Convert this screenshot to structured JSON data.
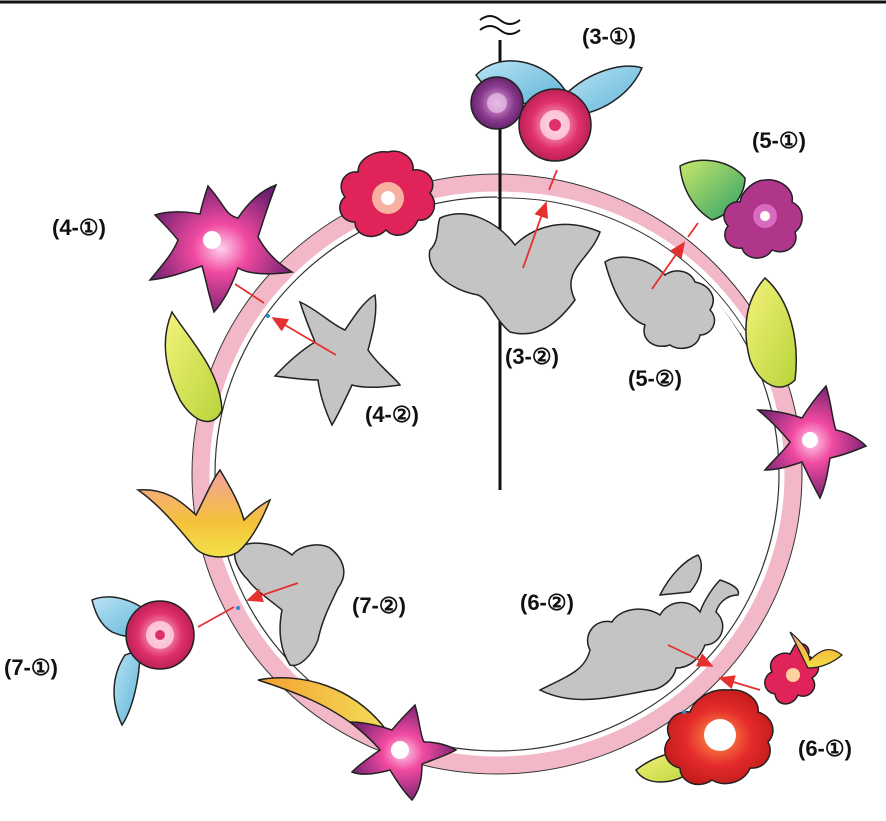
{
  "labels": {
    "l31": "(3-①)",
    "l32": "(3-②)",
    "l41": "(4-①)",
    "l42": "(4-②)",
    "l51": "(5-①)",
    "l52": "(5-②)",
    "l61": "(6-①)",
    "l62": "(6-②)",
    "l71": "(7-①)",
    "l72": "(7-②)"
  },
  "colors": {
    "ring_pink": "#f2b8c8",
    "shape_gray": "#c4c4c4",
    "arrow_red": "#e53030",
    "leaf_blue": "#8fcde6",
    "leaf_green": "#7cc67a",
    "leaf_yellow": "#e3e65a",
    "tulip_yellow": "#f5c23a",
    "rose_pink": "#e0306a",
    "rose_purple": "#8a3a8e",
    "star_magenta": "#c0227a",
    "flower_red": "#e52b2b",
    "flower_crimson": "#e0245a",
    "flower_purple": "#b0368c"
  }
}
